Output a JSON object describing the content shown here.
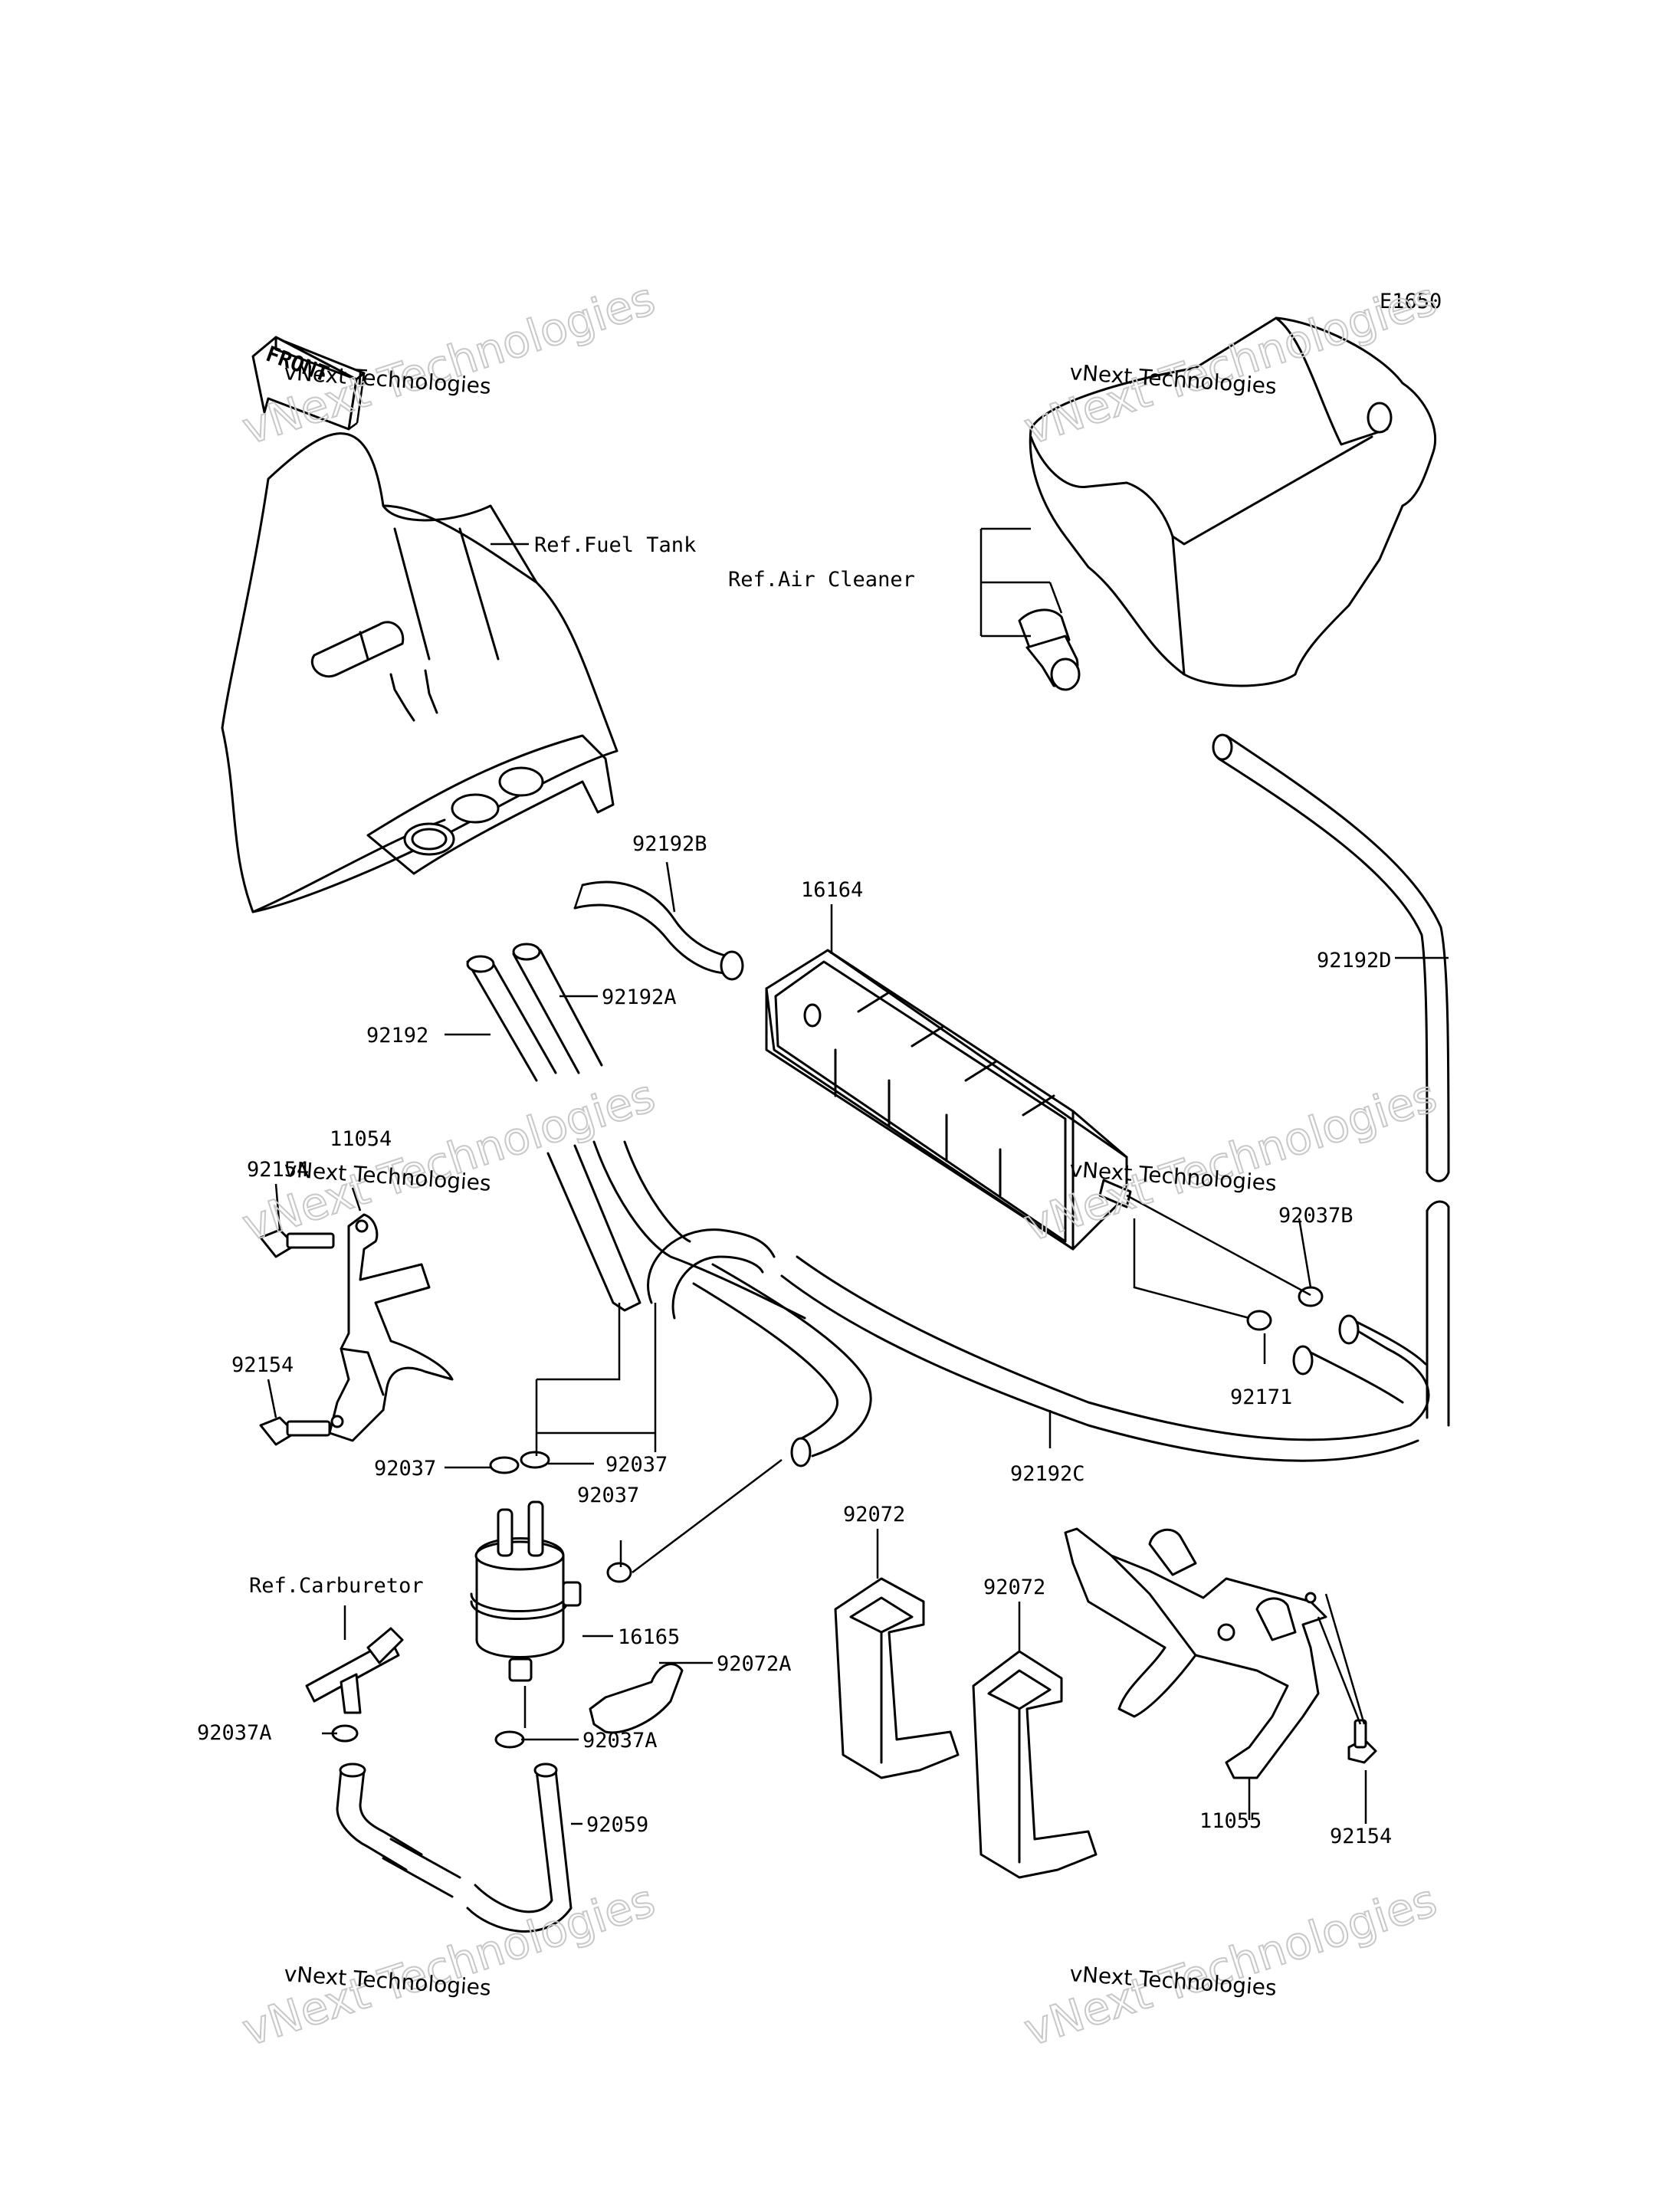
{
  "diagram_code": "E1650",
  "front_arrow_text": "FRONT",
  "watermark": {
    "line1": "vNext Technologies",
    "line2": "vNext Technologies"
  },
  "references": {
    "fuel_tank": "Ref.Fuel Tank",
    "air_cleaner": "Ref.Air Cleaner",
    "carburetor": "Ref.Carburetor"
  },
  "parts": {
    "p16164": "16164",
    "p16165": "16165",
    "p11054": "11054",
    "p11055": "11055",
    "p92192": "92192",
    "p92192A": "92192A",
    "p92192B": "92192B",
    "p92192C": "92192C",
    "p92192D": "92192D",
    "p92154a": "92154",
    "p92154b": "92154",
    "p92154c": "92154",
    "p92037a": "92037",
    "p92037b": "92037",
    "p92037c": "92037",
    "p92037A_left": "92037A",
    "p92037A_right": "92037A",
    "p92037B": "92037B",
    "p92171": "92171",
    "p92072a": "92072",
    "p92072b": "92072",
    "p92072A": "92072A",
    "p92059": "92059"
  }
}
